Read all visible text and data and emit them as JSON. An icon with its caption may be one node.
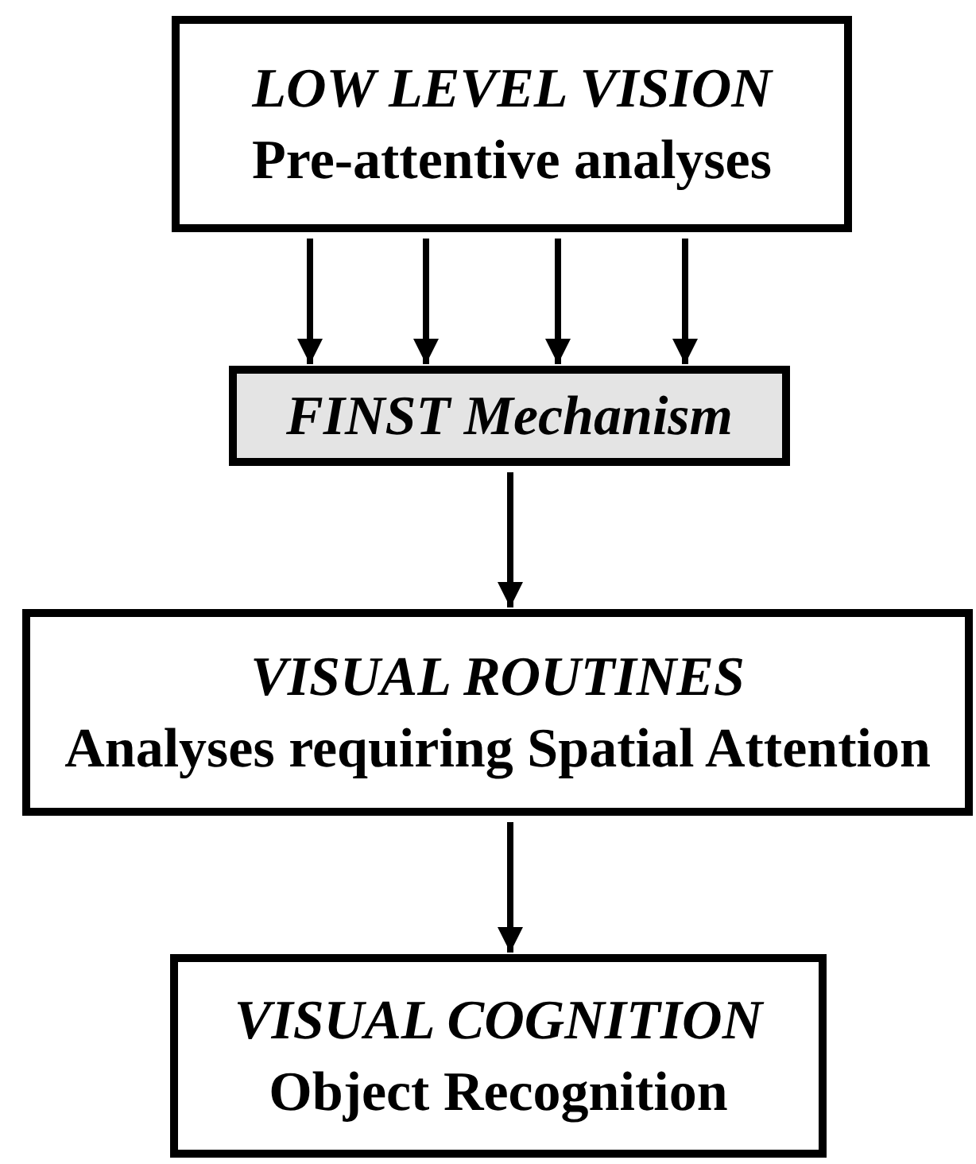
{
  "diagram": {
    "nodes": [
      {
        "text": [
          "LOW LEVEL VISION",
          "Pre-attentive analyses"
        ]
      },
      {
        "text": [
          "FINST Mechanism"
        ]
      },
      {
        "text": [
          "VISUAL ROUTINES",
          "Analyses requiring Spatial Attention"
        ]
      },
      {
        "text": [
          "VISUAL COGNITION",
          "Object Recognition"
        ]
      }
    ],
    "edges": [
      {
        "from": 0,
        "to": 1,
        "arrow": "to"
      },
      {
        "from": 0,
        "to": 1,
        "arrow": "to"
      },
      {
        "from": 0,
        "to": 1,
        "arrow": "to"
      },
      {
        "from": 0,
        "to": 1,
        "arrow": "to"
      },
      {
        "from": 1,
        "to": 2,
        "arrow": "to"
      },
      {
        "from": 2,
        "to": 3,
        "arrow": "to"
      }
    ]
  }
}
